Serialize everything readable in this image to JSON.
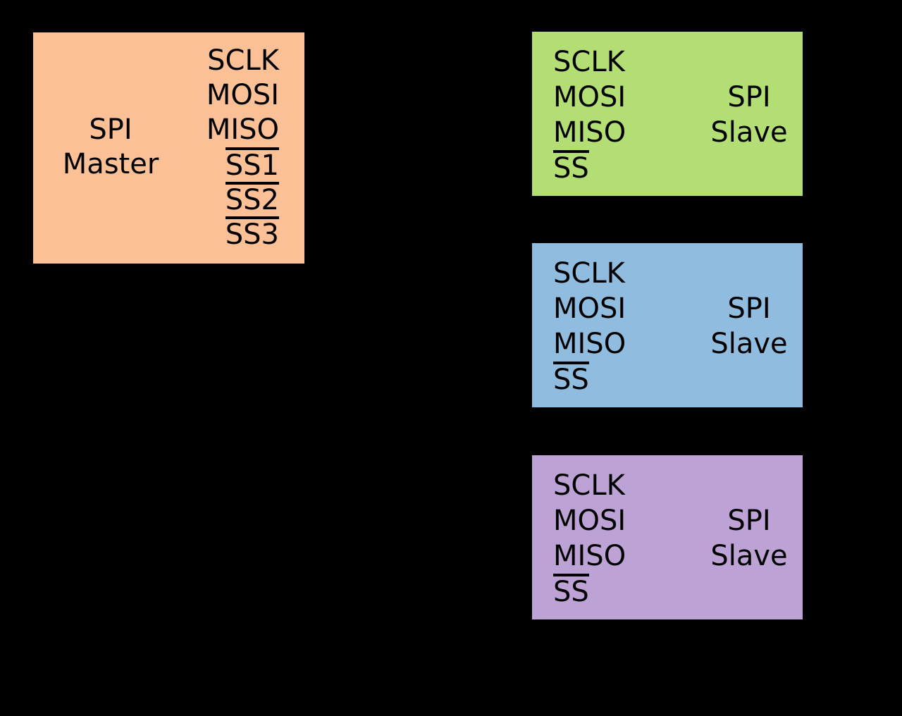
{
  "colors": {
    "background": "#000000",
    "text": "#000000",
    "master_fill": "#FCC096",
    "slave1_fill": "#B2DE74",
    "slave2_fill": "#90BCDF",
    "slave3_fill": "#BCA2D5"
  },
  "master": {
    "name_line1": "SPI",
    "name_line2": "Master",
    "pins": [
      {
        "label": "SCLK"
      },
      {
        "label": "MOSI"
      },
      {
        "label": "MISO"
      },
      {
        "label": "SS1"
      },
      {
        "label": "SS2"
      },
      {
        "label": "SS3"
      }
    ]
  },
  "slaves": [
    {
      "name_line1": "SPI",
      "name_line2": "Slave",
      "pins": [
        {
          "label": "SCLK"
        },
        {
          "label": "MOSI"
        },
        {
          "label": "MISO"
        },
        {
          "label": "SS"
        }
      ]
    },
    {
      "name_line1": "SPI",
      "name_line2": "Slave",
      "pins": [
        {
          "label": "SCLK"
        },
        {
          "label": "MOSI"
        },
        {
          "label": "MISO"
        },
        {
          "label": "SS"
        }
      ]
    },
    {
      "name_line1": "SPI",
      "name_line2": "Slave",
      "pins": [
        {
          "label": "SCLK"
        },
        {
          "label": "MOSI"
        },
        {
          "label": "MISO"
        },
        {
          "label": "SS"
        }
      ]
    }
  ]
}
